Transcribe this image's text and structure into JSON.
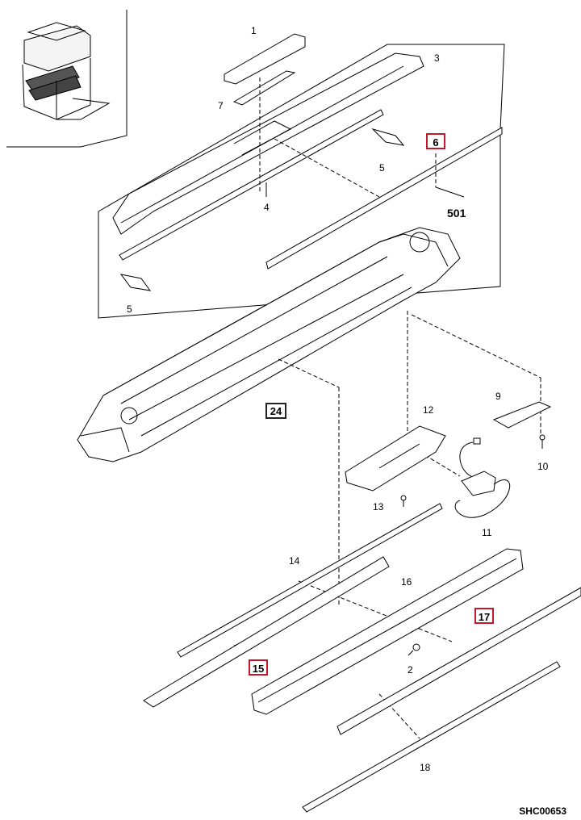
{
  "diagram_code": "SHC00653",
  "assembly_label": "501",
  "highlight_color": "#c0192a",
  "labels": {
    "p1": "1",
    "p2": "2",
    "p3": "3",
    "p4": "4",
    "p5a": "5",
    "p5b": "5",
    "p6": "6",
    "p7": "7",
    "p9": "9",
    "p10": "10",
    "p11": "11",
    "p12": "12",
    "p13": "13",
    "p14": "14",
    "p15": "15",
    "p16": "16",
    "p17": "17",
    "p18": "18",
    "p24": "24"
  }
}
